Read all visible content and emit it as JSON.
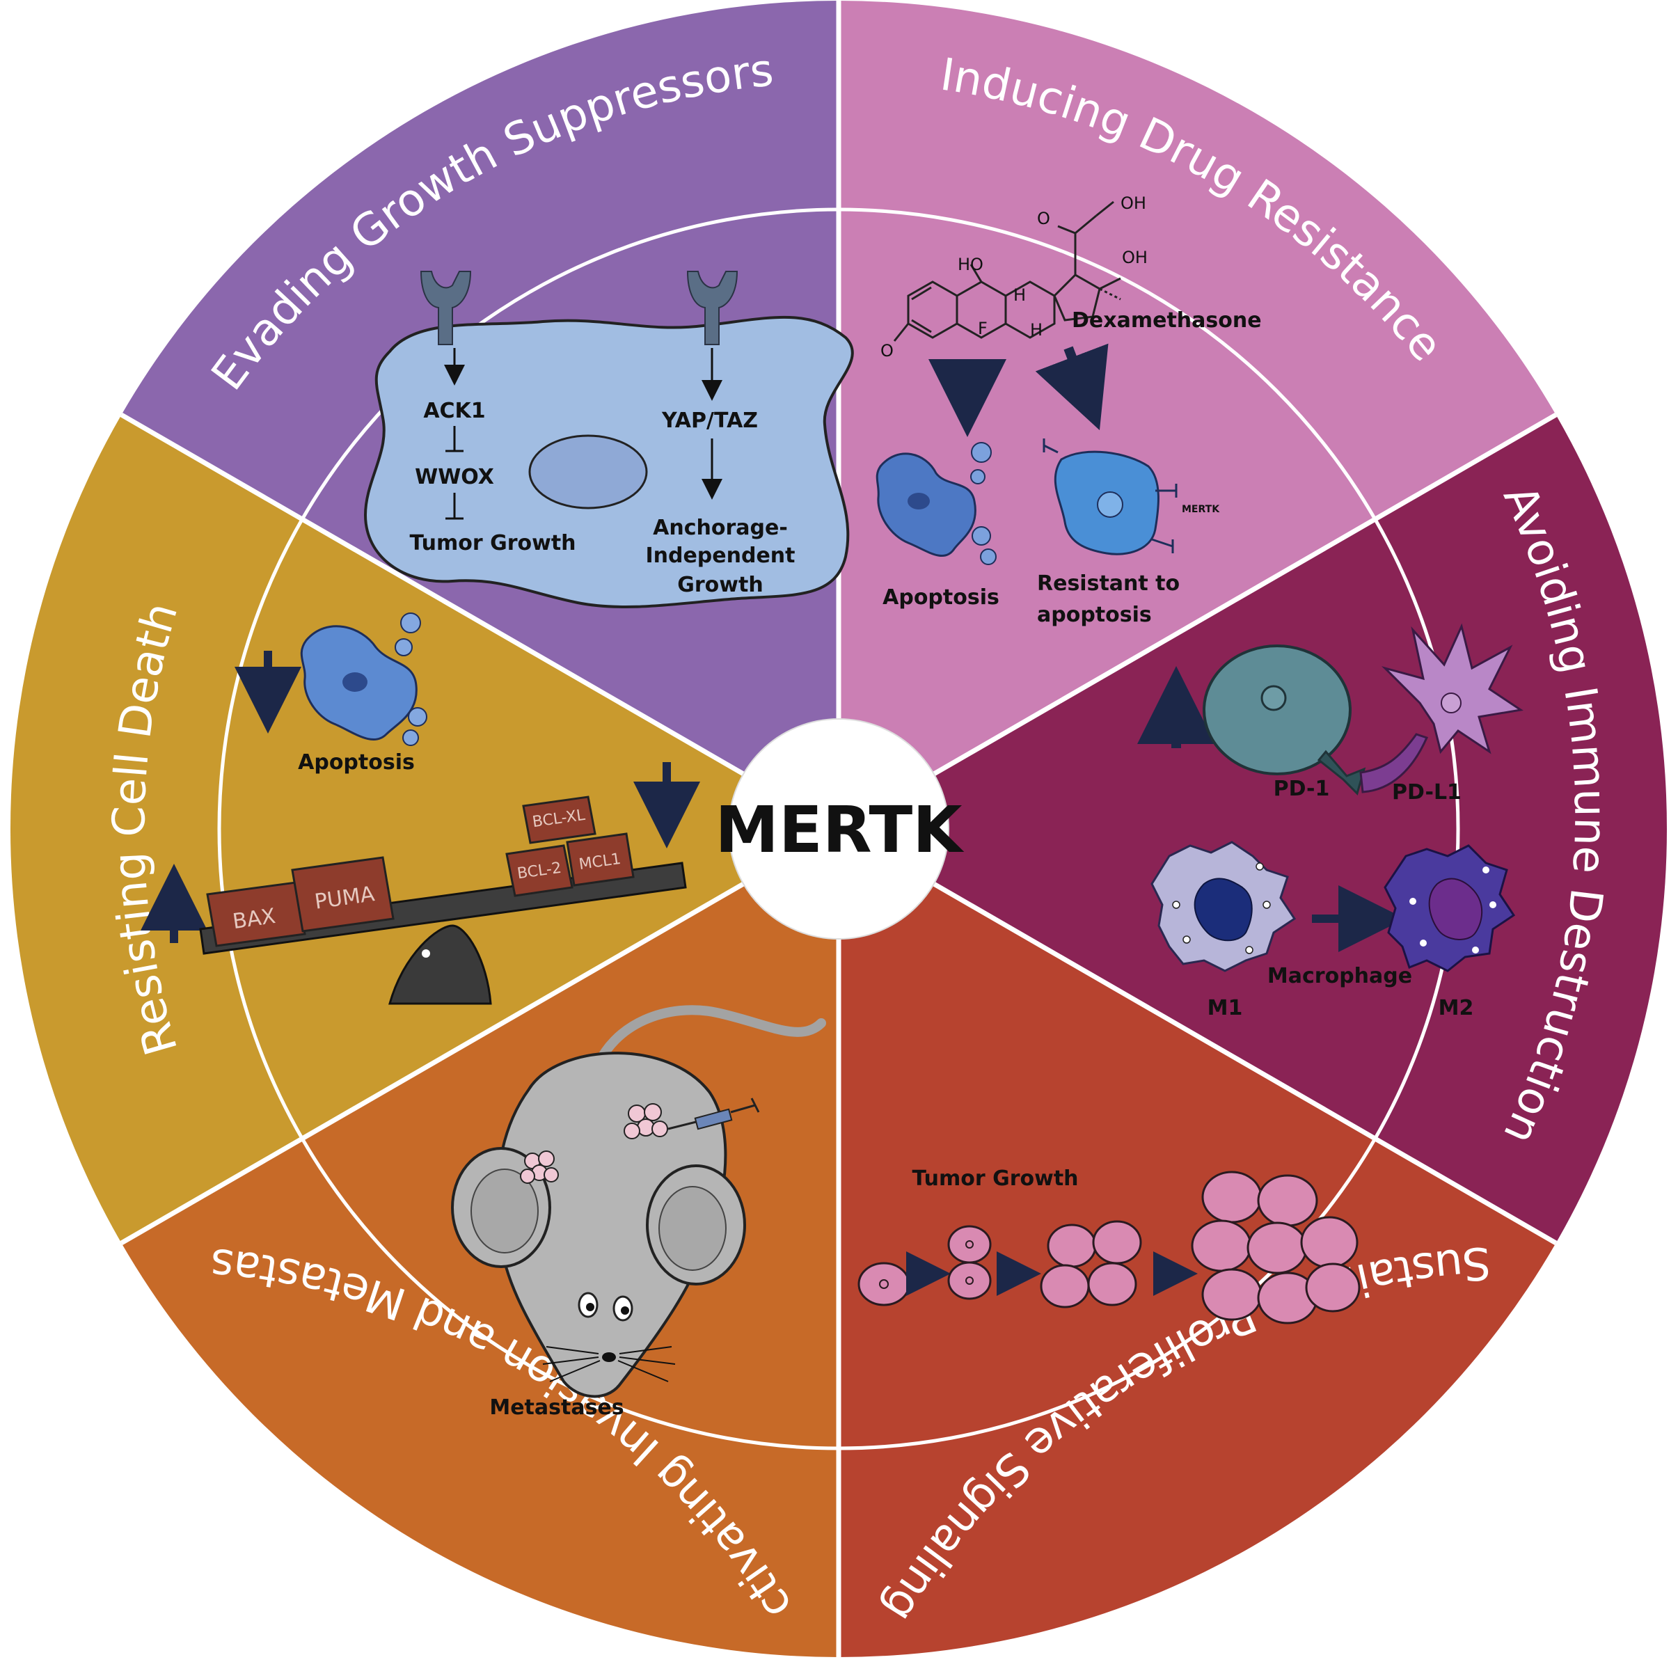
{
  "center": {
    "label": "MERTK"
  },
  "segments": [
    {
      "title": "Evading Growth Suppressors",
      "color": "#8b67ad"
    },
    {
      "title": "Inducing Drug Resistance",
      "color": "#cb7fb4"
    },
    {
      "title": "Avoiding Immune Destruction",
      "color": "#8a2355"
    },
    {
      "title": "Sustaining Proliferative Signaling",
      "color": "#b7432f"
    },
    {
      "title": "Activating Invasion and Metastases",
      "color": "#c76a28"
    },
    {
      "title": "Resisting Cell Death",
      "color": "#c99a2e"
    }
  ],
  "growth_suppressors": {
    "ack1": "ACK1",
    "wwox": "WWOX",
    "tumor_growth": "Tumor Growth",
    "yap_taz": "YAP/TAZ",
    "anchorage_1": "Anchorage-",
    "anchorage_2": "Independent",
    "anchorage_3": "Growth"
  },
  "drug_resistance": {
    "drug": "Dexamethasone",
    "apoptosis": "Apoptosis",
    "resistant_1": "Resistant to",
    "resistant_2": "apoptosis",
    "mertk_small": "MERTK",
    "chem_oh1": "OH",
    "chem_oh2": "OH",
    "chem_ho": "HO",
    "chem_h1": "H",
    "chem_h2": "H",
    "chem_f": "F",
    "chem_o1": "O",
    "chem_o2": "O"
  },
  "immune": {
    "pd1": "PD-1",
    "pdl1": "PD-L1",
    "macrophage": "Macrophage",
    "m1": "M1",
    "m2": "M2"
  },
  "proliferative": {
    "tumor_growth": "Tumor Growth"
  },
  "invasion": {
    "metastases": "Metastases"
  },
  "cell_death": {
    "apoptosis": "Apoptosis",
    "bax": "BAX",
    "puma": "PUMA",
    "bclxl": "BCL-XL",
    "bcl2": "BCL-2",
    "mcl1": "MCL1"
  }
}
